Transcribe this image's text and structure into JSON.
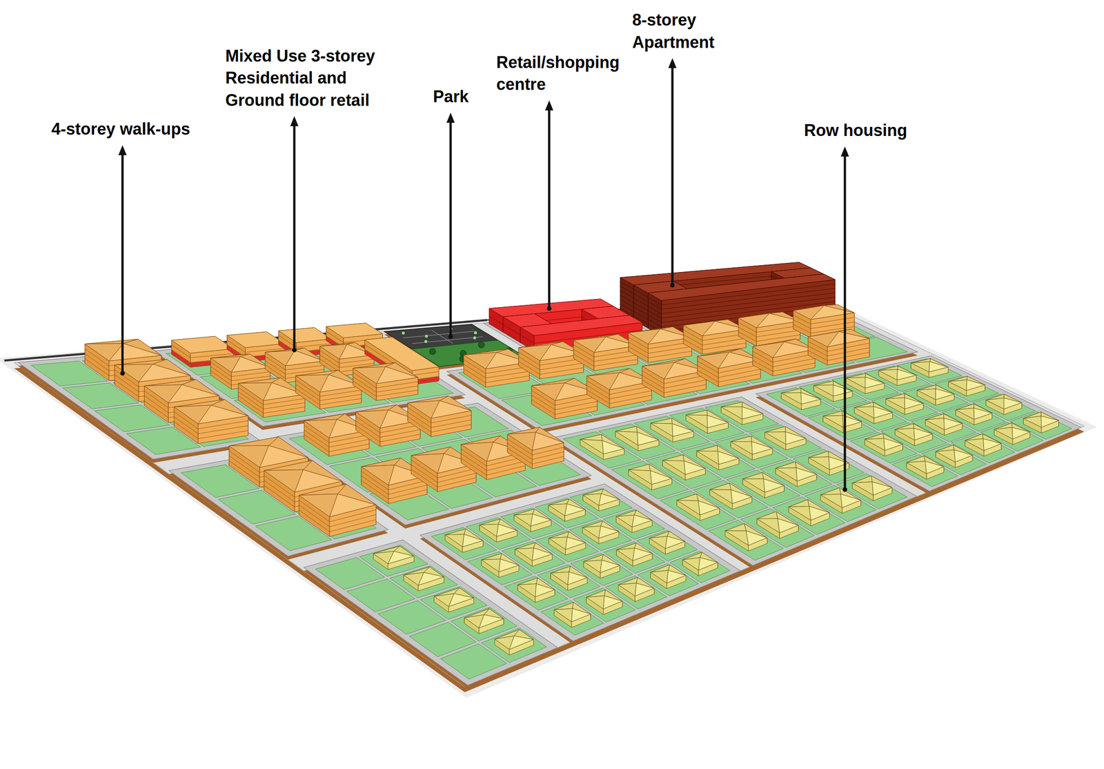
{
  "diagram": {
    "labels": [
      "4-storey walk-ups",
      "Mixed Use 3-storey Residential and Ground floor retail",
      "Park",
      "Retail/shopping centre",
      "8-storey Apartment",
      "Row housing"
    ]
  }
}
